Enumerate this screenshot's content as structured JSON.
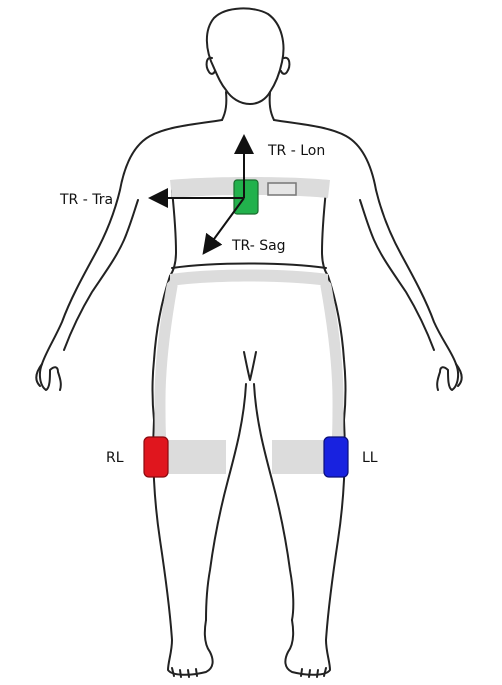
{
  "labels": {
    "tr_lon": "TR - Lon",
    "tr_tra": "TR - Tra",
    "tr_sag": "TR- Sag",
    "rl": "RL",
    "ll": "LL"
  },
  "colors": {
    "trunk_sensor": "#22b14c",
    "right_leg_sensor": "#e0161e",
    "left_leg_sensor": "#1822e0",
    "strap": "#dcdcdc",
    "outline": "#222222"
  }
}
